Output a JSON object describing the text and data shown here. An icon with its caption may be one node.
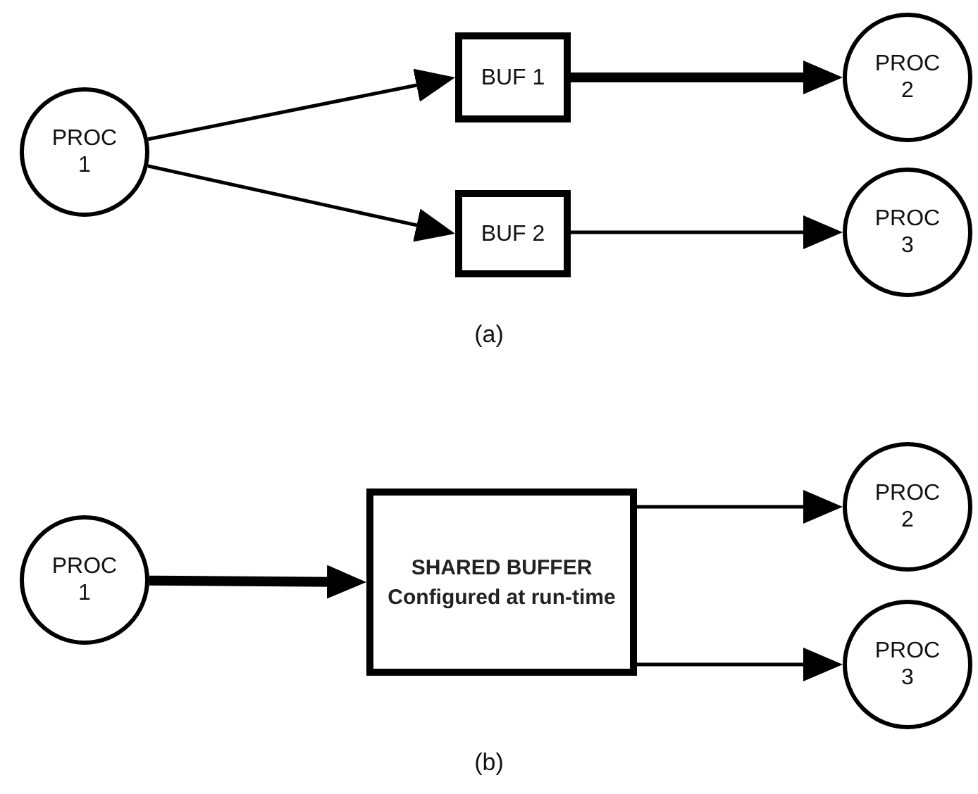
{
  "diagram": {
    "nodes": [
      {
        "text": [
          "PROC 1"
        ]
      },
      {
        "text": [
          "BUF 1"
        ]
      },
      {
        "text": [
          "BUF 2"
        ]
      },
      {
        "text": [
          "PROC 2"
        ]
      },
      {
        "text": [
          "PROC 3"
        ]
      },
      {
        "text": [
          "PROC 1"
        ]
      },
      {
        "text": [
          "SHARED BUFFER",
          "Configured at run-time"
        ]
      },
      {
        "text": [
          "PROC 2"
        ]
      },
      {
        "text": [
          "PROC 3"
        ]
      }
    ],
    "edges": [
      {
        "from": 0,
        "to": 1,
        "arrow": "to"
      },
      {
        "from": 0,
        "to": 2,
        "arrow": "to"
      },
      {
        "from": 1,
        "to": 3,
        "arrow": "to",
        "style": "thick"
      },
      {
        "from": 2,
        "to": 4,
        "arrow": "to"
      },
      {
        "from": 5,
        "to": 6,
        "arrow": "to",
        "style": "thick"
      },
      {
        "from": 6,
        "to": 7,
        "arrow": "to"
      },
      {
        "from": 6,
        "to": 8,
        "arrow": "to"
      }
    ],
    "labels": [
      "(a)",
      "(b)"
    ]
  }
}
